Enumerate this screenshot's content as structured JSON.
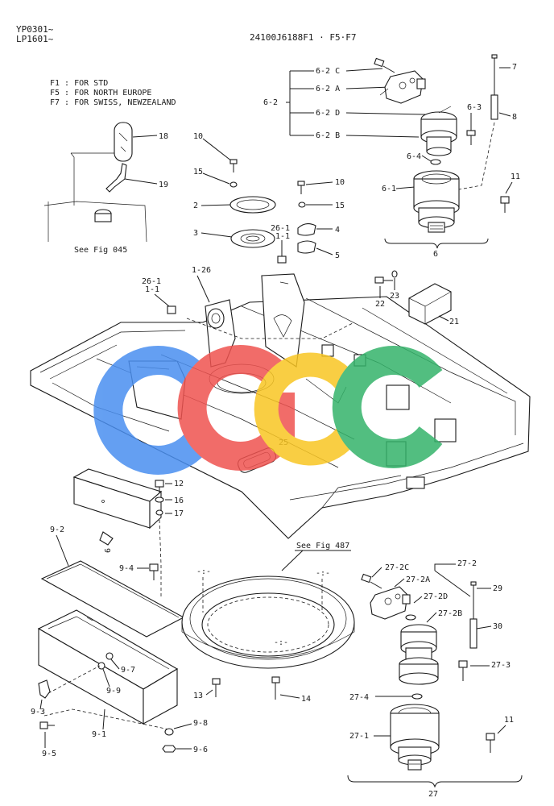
{
  "header": {
    "serial_range_1": "YP0301~",
    "serial_range_2": "LP1601~",
    "drawing_number": "24100J6188F1 · F5·F7"
  },
  "legend": [
    {
      "code": "F1",
      "text": "F1 : FOR STD"
    },
    {
      "code": "F5",
      "text": "F5 : FOR NORTH EUROPE"
    },
    {
      "code": "F7",
      "text": "F7 : FOR SWISS, NEWZEALAND"
    }
  ],
  "references": {
    "fig045": "See Fig 045",
    "fig487": "See Fig 487"
  },
  "watermark": {
    "letters": [
      "C",
      "G",
      "C",
      "C"
    ],
    "colors": [
      "#4a8ff0",
      "#ef5350",
      "#f9c623",
      "#34b36a"
    ]
  },
  "callouts": {
    "c18": "18",
    "c19": "19",
    "c10a": "10",
    "c15a": "15",
    "c2": "2",
    "c3": "3",
    "c10b": "10",
    "c15b": "15",
    "c4": "4",
    "c5": "5",
    "c26_1a": "26-1",
    "c1_1a": "1-1",
    "c1_26": "1-26",
    "c26_1b": "26-1",
    "c1_1b": "1-1",
    "c6_2": "6-2",
    "c6_2c": "6-2 C",
    "c6_2a": "6-2 A",
    "c6_2d": "6-2 D",
    "c6_2b": "6-2 B",
    "c7": "7",
    "c8": "8",
    "c6_3": "6-3",
    "c6_4": "6-4",
    "c6_1": "6-1",
    "c11a": "11",
    "c6": "6",
    "c22": "22",
    "c23": "23",
    "c21": "21",
    "c25": "25",
    "c12": "12",
    "c16": "16",
    "c17": "17",
    "c9_2": "9-2",
    "c9": "9",
    "c9_4": "9-4",
    "c9_7": "9-7",
    "c9_9": "9-9",
    "c9_3": "9-3",
    "c9_1": "9-1",
    "c9_5": "9-5",
    "c9_8": "9-8",
    "c9_6": "9-6",
    "c13": "13",
    "c14": "14",
    "c27_2": "27-2",
    "c27_2c": "27-2C",
    "c27_2a": "27-2A",
    "c27_2d": "27-2D",
    "c27_2b": "27-2B",
    "c29": "29",
    "c30": "30",
    "c27_3": "27-3",
    "c27_4": "27-4",
    "c27_1": "27-1",
    "c11b": "11",
    "c27": "27"
  }
}
